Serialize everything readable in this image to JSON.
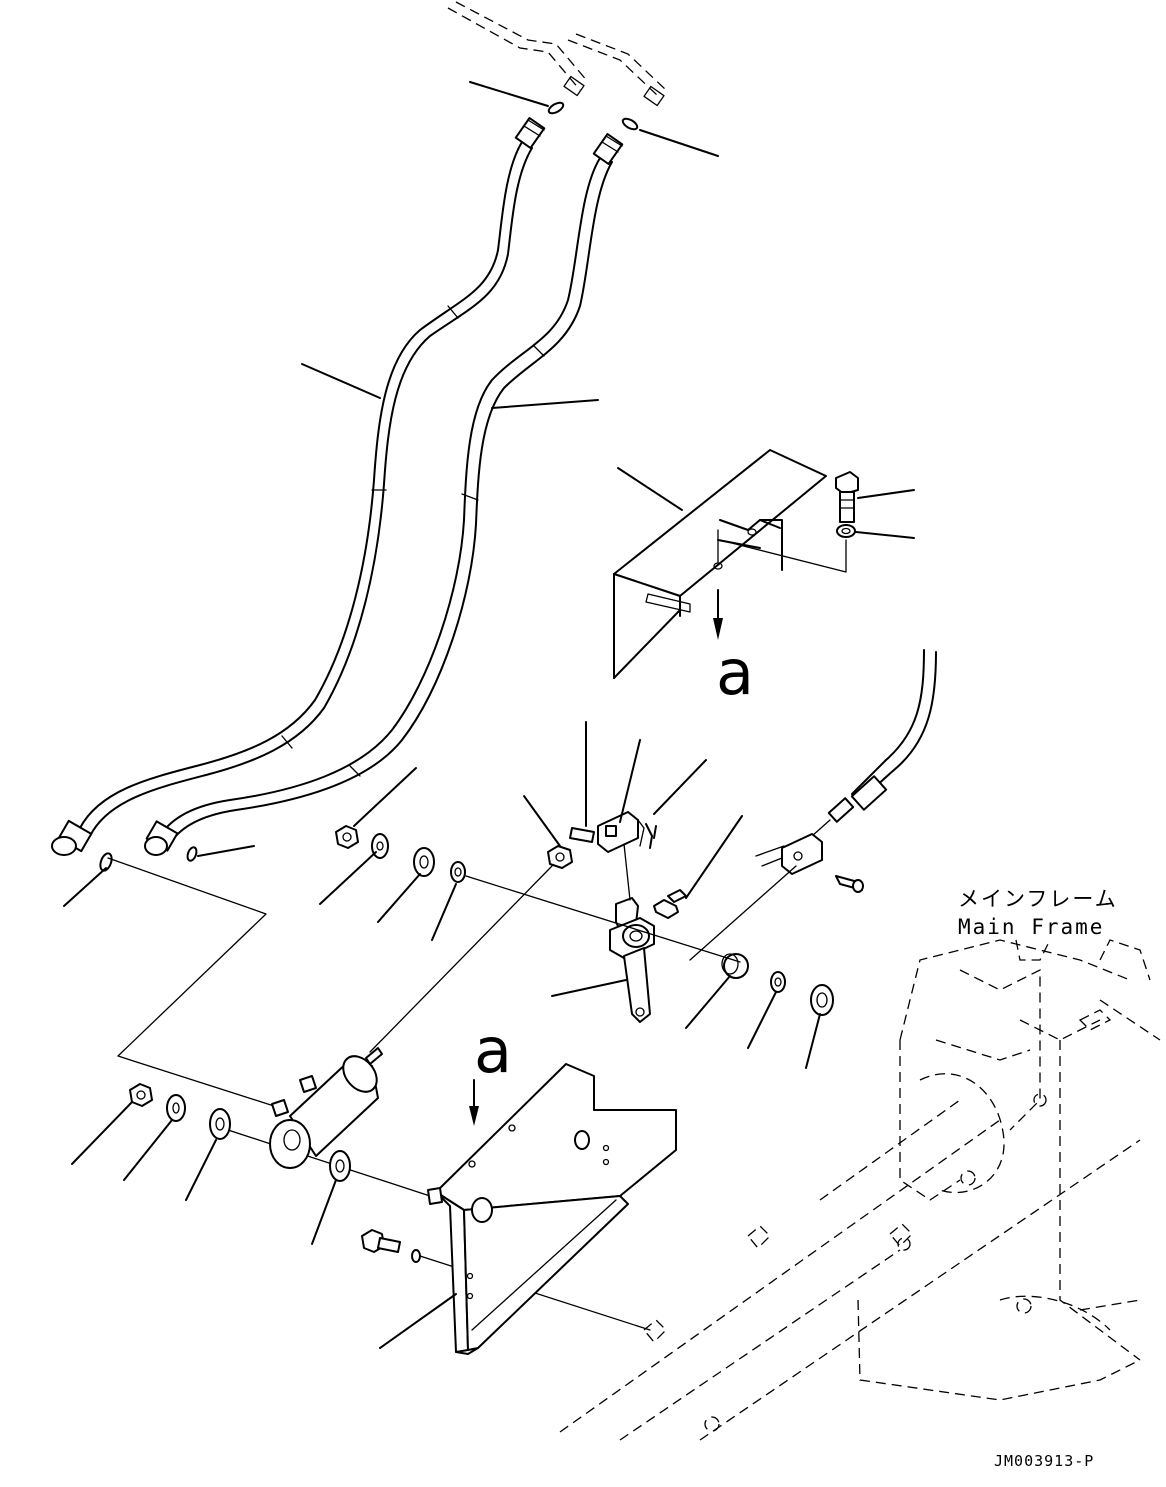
{
  "labels": {
    "ref_a_upper": "a",
    "ref_a_lower": "a",
    "main_frame_jp": "メインフレーム",
    "main_frame_en": "Main Frame",
    "drawing_code": "JM003913-P"
  }
}
